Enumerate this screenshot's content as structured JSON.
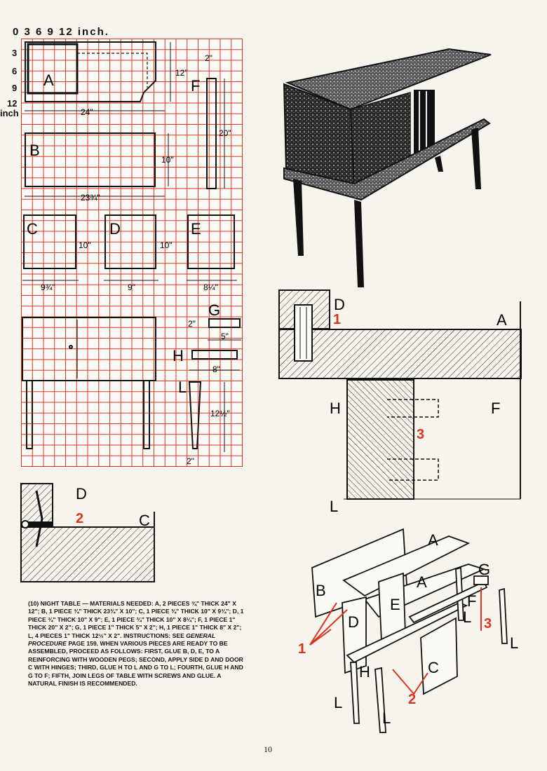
{
  "scale": {
    "top": "0  3  6  9  12 inch.",
    "left": [
      "3",
      "6",
      "9",
      "12",
      "inch"
    ]
  },
  "parts": {
    "A": "A",
    "B": "B",
    "C": "C",
    "D": "D",
    "E": "E",
    "F": "F",
    "G": "G",
    "H": "H",
    "L": "L"
  },
  "dimensions": {
    "a_width": "24\"",
    "a_height": "12\"",
    "b_width": "23¾\"",
    "b_height": "10\"",
    "c_width": "9¾\"",
    "c_height": "10\"",
    "d_width": "9\"",
    "d_height": "10\"",
    "e_width": "8¼\"",
    "f_width": "2\"",
    "f_height": "20\"",
    "g_width": "5\"",
    "g_height": "2\"",
    "h_width": "8\"",
    "l_width": "2\"",
    "l_height": "12½\""
  },
  "steps": [
    "1",
    "2",
    "3"
  ],
  "instructions": {
    "heading": "(10) NIGHT TABLE",
    "materials": "— MATERIALS NEEDED: A, 2 PIECES ¾\" THICK 24\" x 12\"; B, 1 PIECE ¾\" THICK 23¾\" x 10\"; C, 1 PIECE ¾\" THICK 10\" x 9¾\"; D, 1 PIECE ¾\" THICK 10\" x 9\"; E, 1 PIECE ¾\" THICK 10\" x 8¼\"; F, 1 PIECE 1\" THICK 20\" x 2\"; G, 1 PIECE 1\" THICK 5\" x 2\"; H, 1 PIECE 1\" THICK 8\" x 2\"; L, 4 PIECES 1\" THICK 12½\" x 2\".",
    "label": "INSTRUCTIONS:",
    "see": "SEE",
    "ref": "GENERAL PROCEDURE",
    "body": "PAGE 159. WHEN VARIOUS PIECES ARE READY TO BE ASSEMBLED, PROCEED AS FOLLOWS: FIRST, GLUE B, D, E, TO A REINFORCING WITH WOODEN PEGS; SECOND, APPLY SIDE D AND DOOR C WITH HINGES; THIRD, GLUE H TO L AND G TO L; FOURTH, GLUE H AND G TO F; FIFTH, JOIN LEGS OF TABLE WITH SCREWS AND GLUE. A NATURAL FINISH IS RECOMMENDED."
  },
  "page_number": "10"
}
